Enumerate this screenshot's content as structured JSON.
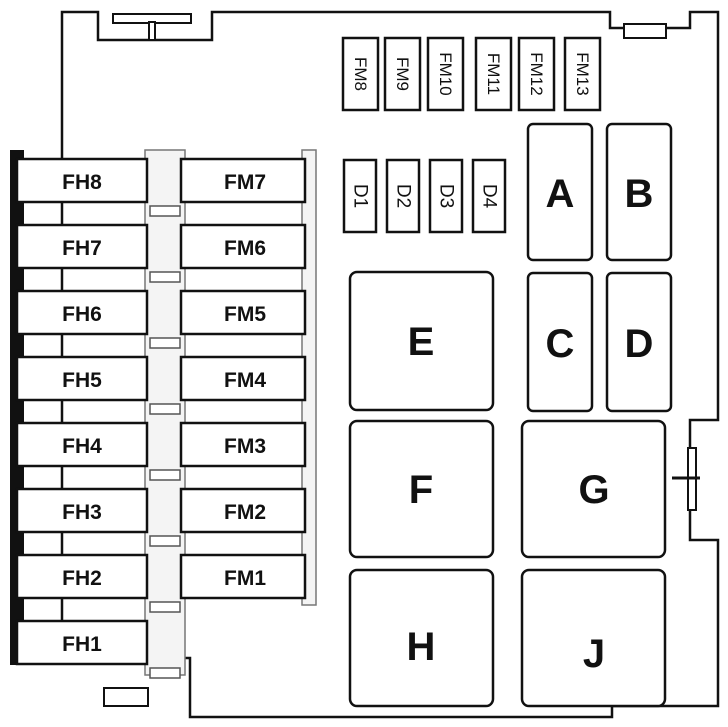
{
  "left_fuses": [
    "FH8",
    "FH7",
    "FH6",
    "FH5",
    "FH4",
    "FH3",
    "FH2",
    "FH1"
  ],
  "middle_fuses": [
    "FM7",
    "FM6",
    "FM5",
    "FM4",
    "FM3",
    "FM2",
    "FM1"
  ],
  "top_fuses": [
    "FM8",
    "FM9",
    "FM10",
    "FM11",
    "FM12",
    "FM13"
  ],
  "diodes": [
    "D1",
    "D2",
    "D3",
    "D4"
  ],
  "relays": {
    "A": "A",
    "B": "B",
    "C": "C",
    "D": "D",
    "E": "E",
    "F": "F",
    "G": "G",
    "H": "H",
    "J": "J"
  }
}
